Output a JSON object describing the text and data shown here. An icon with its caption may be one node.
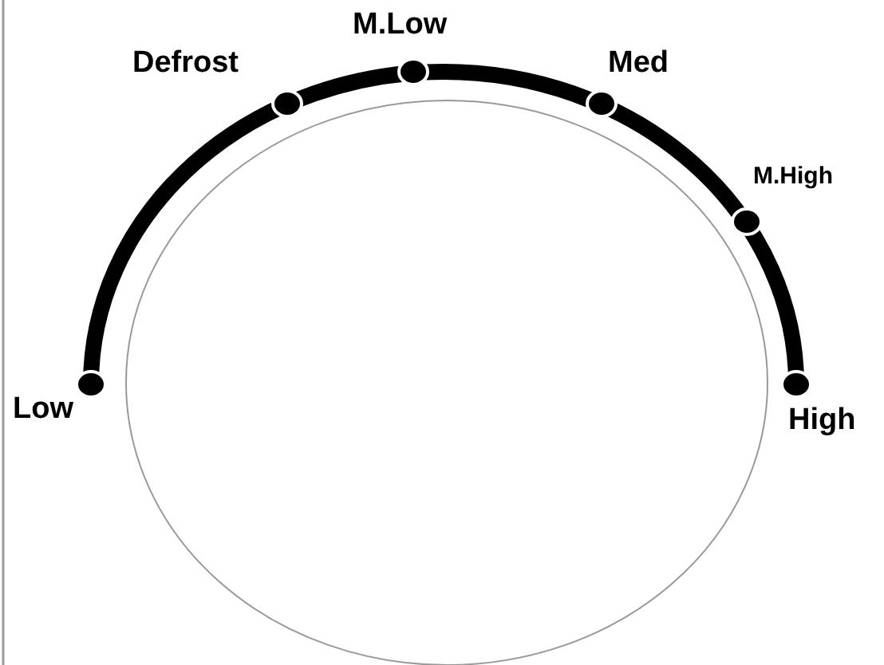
{
  "diagram": {
    "labels": [
      "M.Low",
      "Defrost",
      "Med",
      "M.High",
      "Low",
      "High"
    ]
  }
}
